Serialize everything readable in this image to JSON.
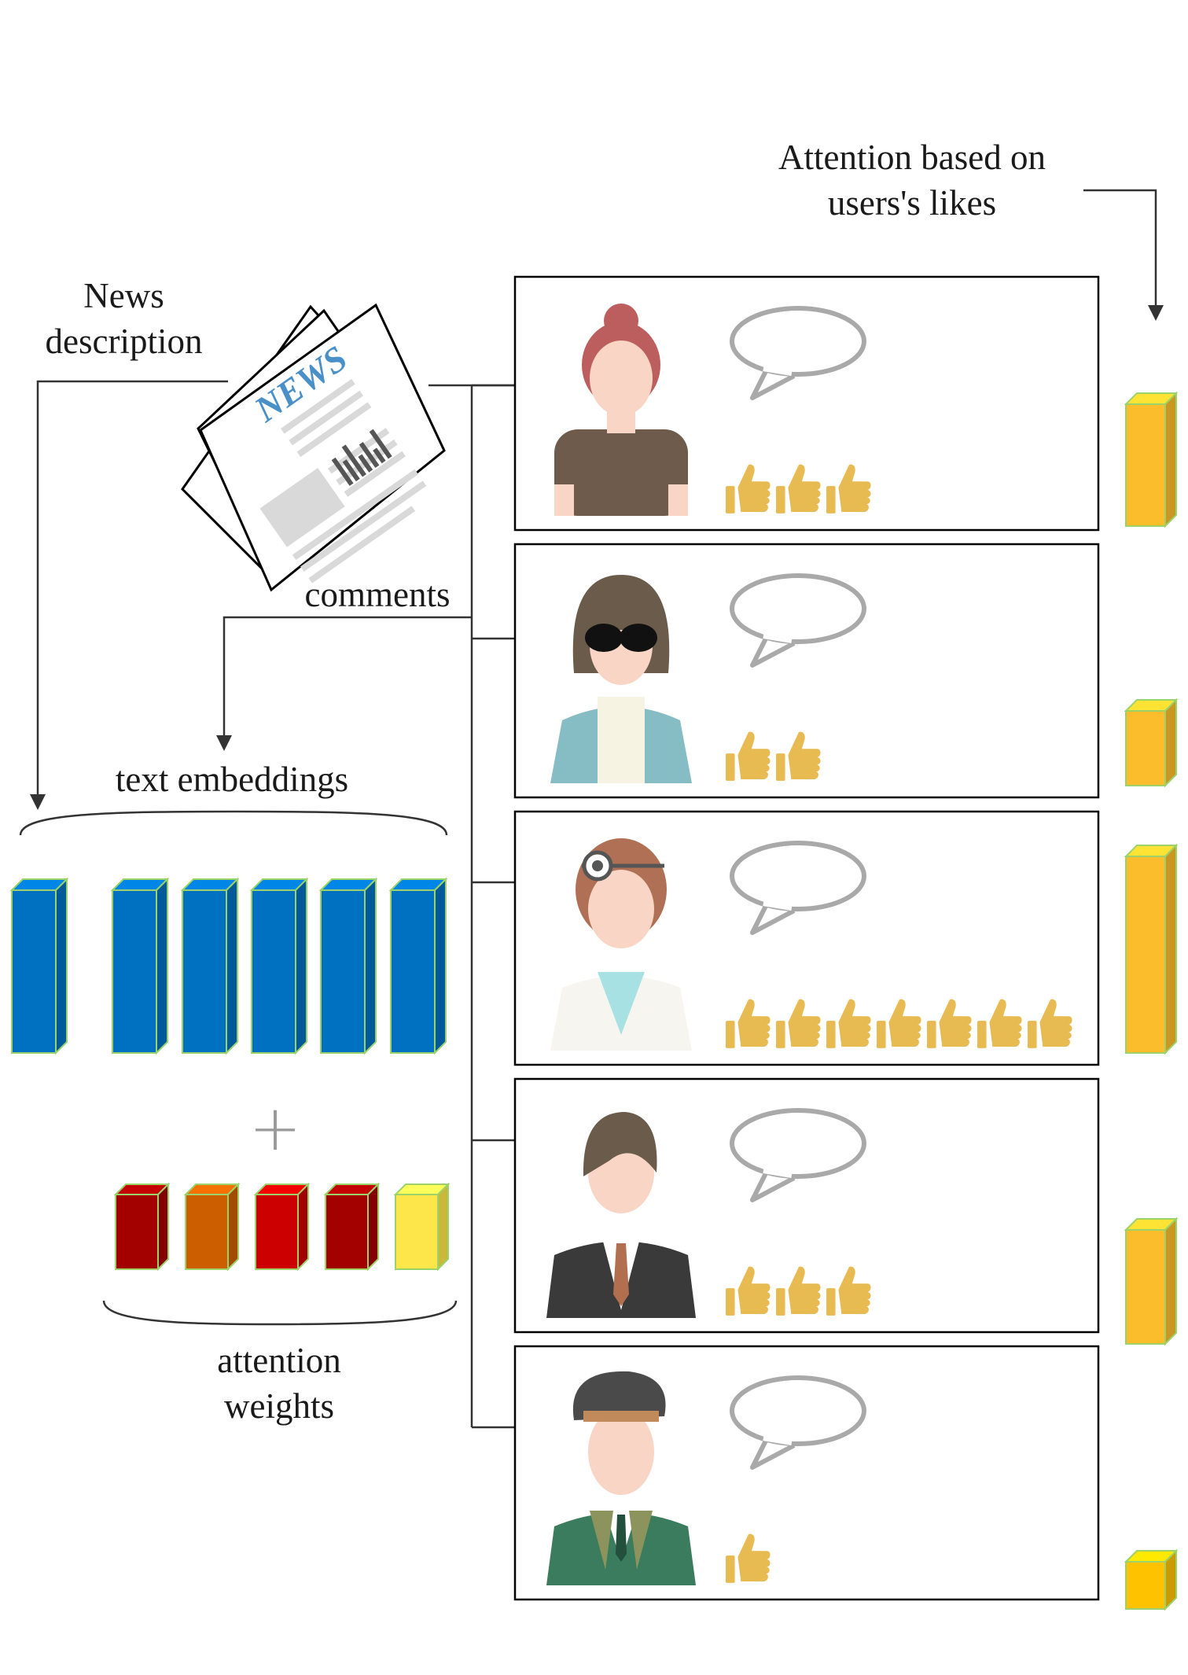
{
  "labels": {
    "attention_top_line1": "Attention based on",
    "attention_top_line2": "users's likes",
    "news_line1": "News",
    "news_line2": "description",
    "comments": "comments",
    "text_embeddings": "text embeddings",
    "attention_line1": "attention",
    "attention_line2": "weights",
    "newspaper_headline": "NEWS",
    "plus": "+"
  },
  "users": [
    {
      "avatar": "woman-red-bun-avatar",
      "likes": 3,
      "attention_level": 3
    },
    {
      "avatar": "woman-sunglasses-avatar",
      "likes": 2,
      "attention_level": 2
    },
    {
      "avatar": "doctor-avatar",
      "likes": 7,
      "attention_level": 7
    },
    {
      "avatar": "businessman-avatar",
      "likes": 3,
      "attention_level": 3
    },
    {
      "avatar": "soldier-avatar",
      "likes": 1,
      "attention_level": 1
    }
  ],
  "text_embedding_count": 6,
  "attention_weight_colors": [
    "#a30000",
    "#cc5e00",
    "#cc0000",
    "#a30000",
    "#fde64a"
  ],
  "colors": {
    "embedding_blue": "#0070c0",
    "attention_bar": "#fbbd2b",
    "thumb": "#e8ba52",
    "cube_edge": "#9bd36a",
    "bubble": "#a9a9a9"
  }
}
